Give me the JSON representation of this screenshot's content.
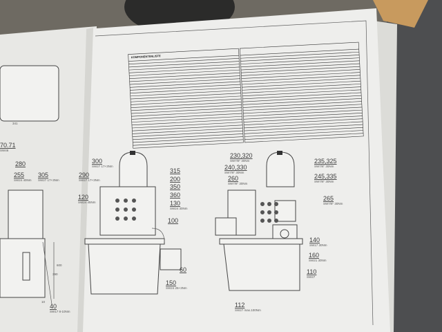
{
  "table": {
    "title": "KOMPONENTENLISTE"
  },
  "left_drawing": {
    "labels": [
      {
        "num": "70.71",
        "spec": "SW46"
      },
      {
        "num": "280",
        "spec": ""
      },
      {
        "num": "255",
        "spec": "SW24 40Nm"
      },
      {
        "num": "305",
        "spec": "SW27 17+3Nm"
      },
      {
        "num": "40",
        "spec": "SW17 8-10Nm"
      }
    ],
    "dims": [
      "341",
      "600",
      "390",
      "10"
    ]
  },
  "center_drawing": {
    "labels": [
      {
        "num": "300",
        "spec": "SW27 17+3Nm"
      },
      {
        "num": "290",
        "spec": "SW27 17+3Nm"
      },
      {
        "num": "120",
        "spec": "SW24 45Nm"
      },
      {
        "num": "315",
        "spec": ""
      },
      {
        "num": "200",
        "spec": ""
      },
      {
        "num": "350",
        "spec": ""
      },
      {
        "num": "360",
        "spec": ""
      },
      {
        "num": "130",
        "spec": "SW24 30Nm"
      },
      {
        "num": "100",
        "spec": ""
      },
      {
        "num": "60",
        "spec": ""
      },
      {
        "num": "150",
        "spec": "SW24 25+3Nm"
      }
    ]
  },
  "right_drawing": {
    "labels": [
      {
        "num": "230,320",
        "spec": "SW7/8\" 30Nm"
      },
      {
        "num": "240,330",
        "spec": "SW7/8\" 30Nm"
      },
      {
        "num": "260",
        "spec": "SW7/8\" 30Nm"
      },
      {
        "num": "235,325",
        "spec": "SW7/8\" 30Nm"
      },
      {
        "num": "245,335",
        "spec": "SW7/8\" 30Nm"
      },
      {
        "num": "265",
        "spec": "SW7/8\" 30Nm"
      },
      {
        "num": "140",
        "spec": "SW17 30Nm"
      },
      {
        "num": "160",
        "spec": "SW21 30Nm"
      },
      {
        "num": "110",
        "spec": "SW27"
      },
      {
        "num": "112",
        "spec": "SW27 max.100Nm"
      }
    ]
  },
  "colors": {
    "paper": "#eeeeec",
    "background": "#4a4b4d",
    "wood": "#c89a5e",
    "machine": "#2b2b2a"
  }
}
